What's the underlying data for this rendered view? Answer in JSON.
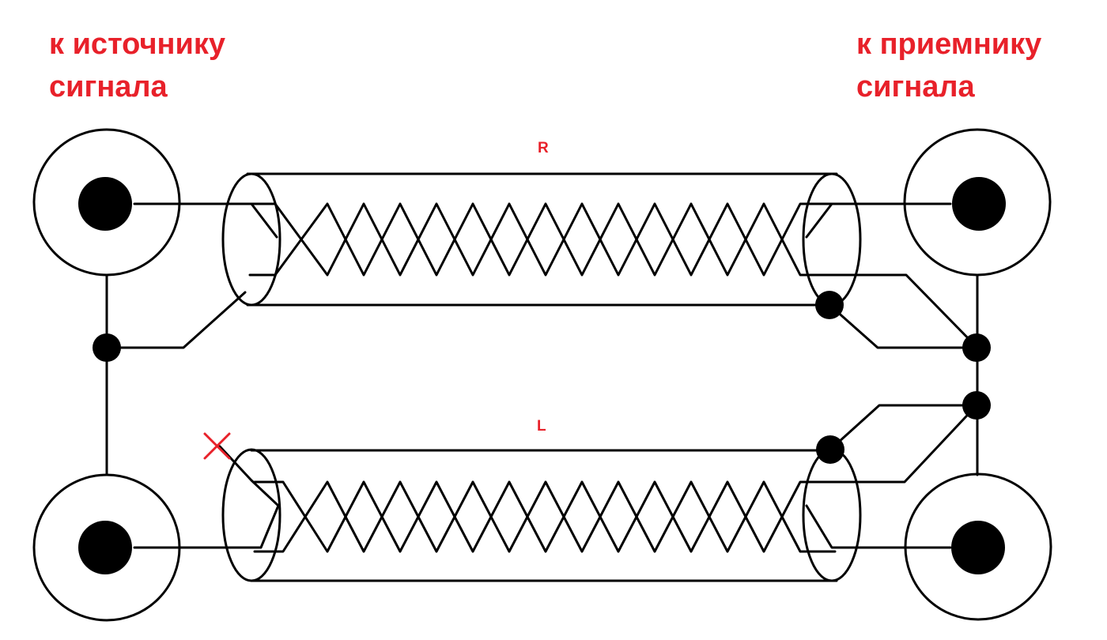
{
  "labels": {
    "source_line1": "к источнику",
    "source_line2": "сигнала",
    "receiver_line1": "к приемнику",
    "receiver_line2": "сигнала",
    "channel_right": "R",
    "channel_left": "L"
  },
  "colors": {
    "label": "#e8212a",
    "wire": "#000000",
    "cut_mark": "#e8212a",
    "background": "#ffffff"
  },
  "connectors": [
    "source-R",
    "source-L",
    "receiver-R",
    "receiver-L"
  ],
  "cables": [
    "R",
    "L"
  ],
  "icons": {
    "cut_mark": "x-mark-icon"
  }
}
